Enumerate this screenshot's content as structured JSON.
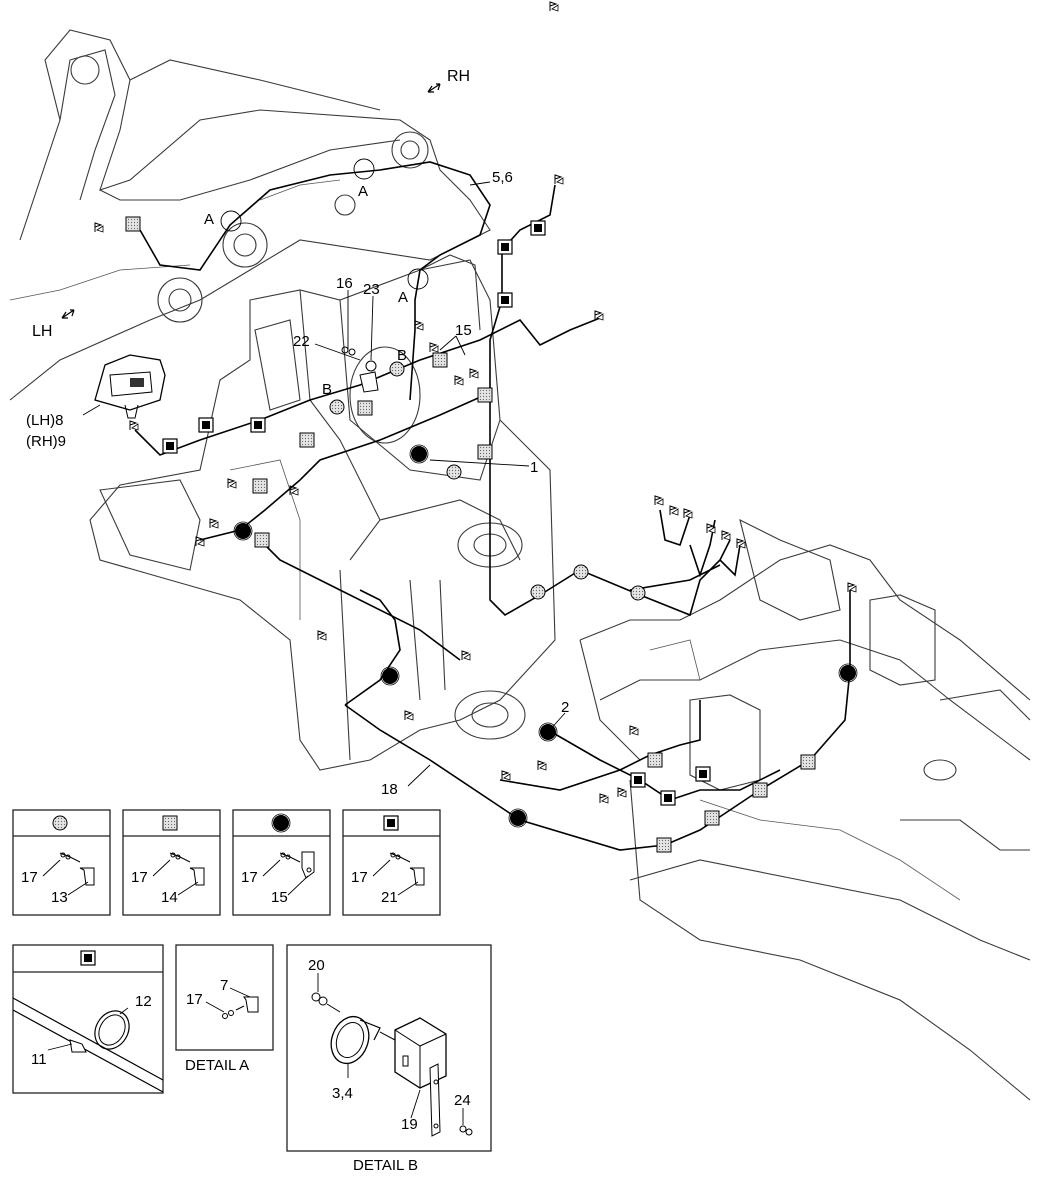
{
  "directions": {
    "rh": "RH",
    "lh": "LH"
  },
  "callouts": {
    "c1": "1",
    "c2": "2",
    "c5_6": "5,6",
    "c8": "(LH)8",
    "c9": "(RH)9",
    "c15": "15",
    "c16": "16",
    "c18": "18",
    "c22": "22",
    "c23": "23"
  },
  "detail_markers": {
    "a1": "A",
    "a2": "A",
    "a3": "A",
    "b1": "B",
    "b2": "B"
  },
  "legend": [
    {
      "symbol": "dotted-circle",
      "part_a": "17",
      "part_b": "13"
    },
    {
      "symbol": "dotted-square",
      "part_a": "17",
      "part_b": "14"
    },
    {
      "symbol": "black-circle",
      "part_a": "17",
      "part_b": "15"
    },
    {
      "symbol": "black-square",
      "part_a": "17",
      "part_b": "21"
    }
  ],
  "tie_detail": {
    "symbol": "black-square-small",
    "part_tie": "12",
    "part_base": "11"
  },
  "detail_a": {
    "caption": "DETAIL A",
    "part_a": "7",
    "part_b": "17"
  },
  "detail_b": {
    "caption": "DETAIL B",
    "part_bolt": "20",
    "part_horn": "3,4",
    "part_box": "19",
    "part_screw": "24"
  }
}
